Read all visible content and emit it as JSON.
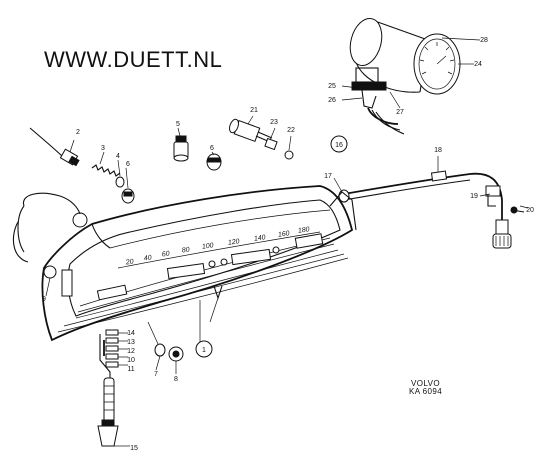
{
  "header": {
    "site_url": "WWW.DUETT.NL"
  },
  "ref_code": {
    "line1": "VOLVO",
    "line2": "KA 6094"
  },
  "speed_scale": [
    "20",
    "40",
    "60",
    "80",
    "100",
    "120",
    "140",
    "160",
    "180"
  ],
  "callouts": [
    {
      "id": "1",
      "label": "1",
      "circled": true
    },
    {
      "id": "2",
      "label": "2"
    },
    {
      "id": "3",
      "label": "3"
    },
    {
      "id": "4",
      "label": "4"
    },
    {
      "id": "5",
      "label": "5"
    },
    {
      "id": "6a",
      "label": "6"
    },
    {
      "id": "6b",
      "label": "6"
    },
    {
      "id": "7",
      "label": "7"
    },
    {
      "id": "8",
      "label": "8"
    },
    {
      "id": "9",
      "label": "9"
    },
    {
      "id": "10",
      "label": "10"
    },
    {
      "id": "11",
      "label": "11"
    },
    {
      "id": "12",
      "label": "12"
    },
    {
      "id": "13",
      "label": "13"
    },
    {
      "id": "14",
      "label": "14"
    },
    {
      "id": "15",
      "label": "15"
    },
    {
      "id": "16",
      "label": "16",
      "circled": true
    },
    {
      "id": "17",
      "label": "17"
    },
    {
      "id": "18",
      "label": "18"
    },
    {
      "id": "19",
      "label": "19"
    },
    {
      "id": "20",
      "label": "20"
    },
    {
      "id": "21",
      "label": "21"
    },
    {
      "id": "22",
      "label": "22"
    },
    {
      "id": "23",
      "label": "23"
    },
    {
      "id": "24",
      "label": "24"
    },
    {
      "id": "25",
      "label": "25"
    },
    {
      "id": "26",
      "label": "26"
    },
    {
      "id": "27",
      "label": "27"
    },
    {
      "id": "28",
      "label": "28"
    }
  ]
}
